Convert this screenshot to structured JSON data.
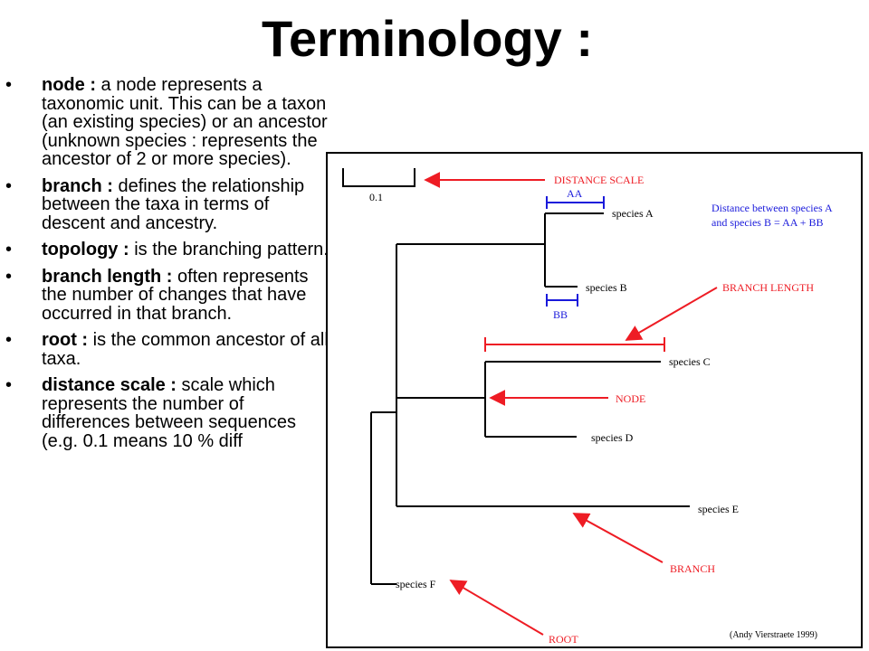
{
  "title": "Terminology :",
  "bullets": [
    {
      "term": "node :",
      "text": " a node represents a taxonomic unit. This can be a taxon (an existing species) or an ancestor (unknown species : represents the ancestor of 2 or more species)."
    },
    {
      "term": "branch :",
      "text": " defines the relationship between the taxa in terms of descent and ancestry."
    },
    {
      "term": "topology :",
      "text": " is the branching pattern."
    },
    {
      "term": "branch length :",
      "text": " often represents the number of changes that have occurred in that branch."
    },
    {
      "term": "root :",
      "text": " is the common ancestor of all taxa."
    },
    {
      "term": "distance scale :",
      "text": " scale which represents the number of differences between sequences (e.g. 0.1 means 10 % diff"
    }
  ],
  "figure": {
    "scale_value": "0.1",
    "species": {
      "a": "species A",
      "b": "species B",
      "c": "species C",
      "d": "species D",
      "e": "species E",
      "f": "species F"
    },
    "callouts": {
      "distance_scale": "DISTANCE SCALE",
      "branch_length": "BRANCH LENGTH",
      "node": "NODE",
      "branch": "BRANCH",
      "root": "ROOT"
    },
    "aa": "AA",
    "bb": "BB",
    "distance_note_line1": "Distance between species A",
    "distance_note_line2": "and species B = AA + BB",
    "credit": "(Andy Vierstraete 1999)",
    "colors": {
      "callout": "#ee1c24",
      "measure": "#1a1adb",
      "tree": "#000000"
    }
  }
}
